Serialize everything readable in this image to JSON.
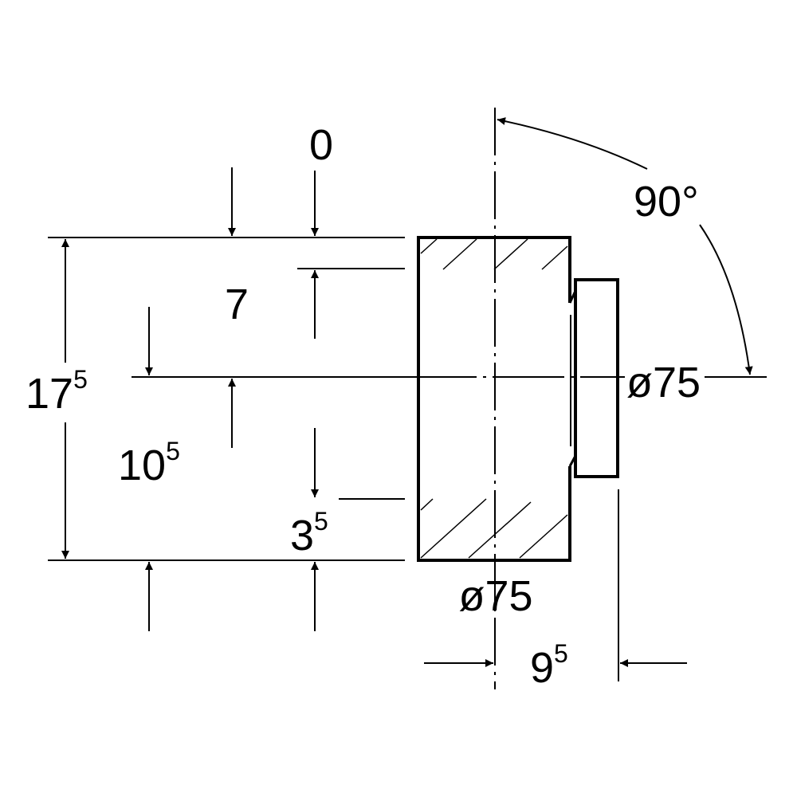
{
  "dimensions": {
    "zero": "0",
    "seven": "7",
    "total_height": {
      "main": "17",
      "sup": "5"
    },
    "ten_half": {
      "main": "10",
      "sup": "5"
    },
    "three_half": {
      "main": "3",
      "sup": "5"
    },
    "nine_half": {
      "main": "9",
      "sup": "5"
    },
    "diameter_bottom": "ø75",
    "diameter_right": "ø75",
    "angle": "90°"
  },
  "colors": {
    "line": "#000000",
    "background": "#ffffff"
  }
}
